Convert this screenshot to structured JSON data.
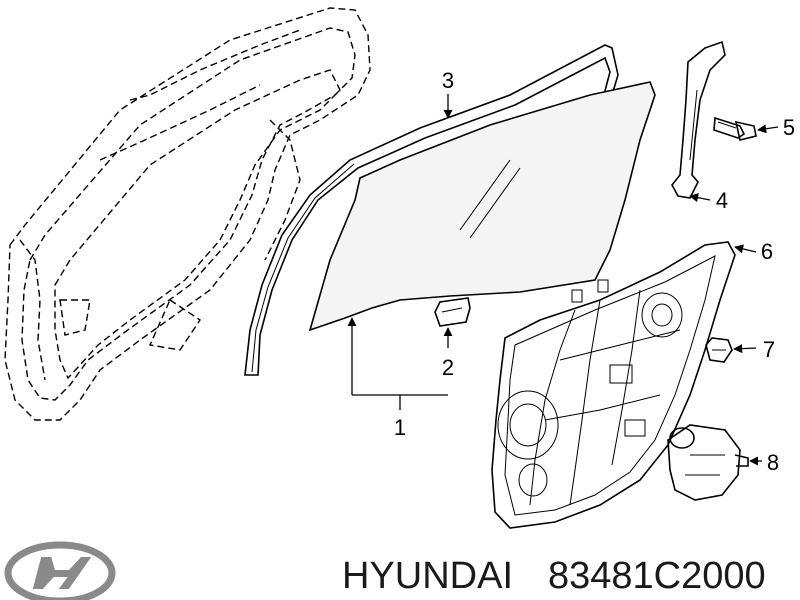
{
  "callouts": [
    {
      "id": "1",
      "label": "1"
    },
    {
      "id": "2",
      "label": "2"
    },
    {
      "id": "3",
      "label": "3"
    },
    {
      "id": "4",
      "label": "4"
    },
    {
      "id": "5",
      "label": "5"
    },
    {
      "id": "6",
      "label": "6"
    },
    {
      "id": "7",
      "label": "7"
    },
    {
      "id": "8",
      "label": "8"
    }
  ],
  "footer": {
    "brand": "HYUNDAI",
    "part_number": "83481C2000"
  },
  "logo": {
    "icon": "hyundai-logo-icon"
  }
}
